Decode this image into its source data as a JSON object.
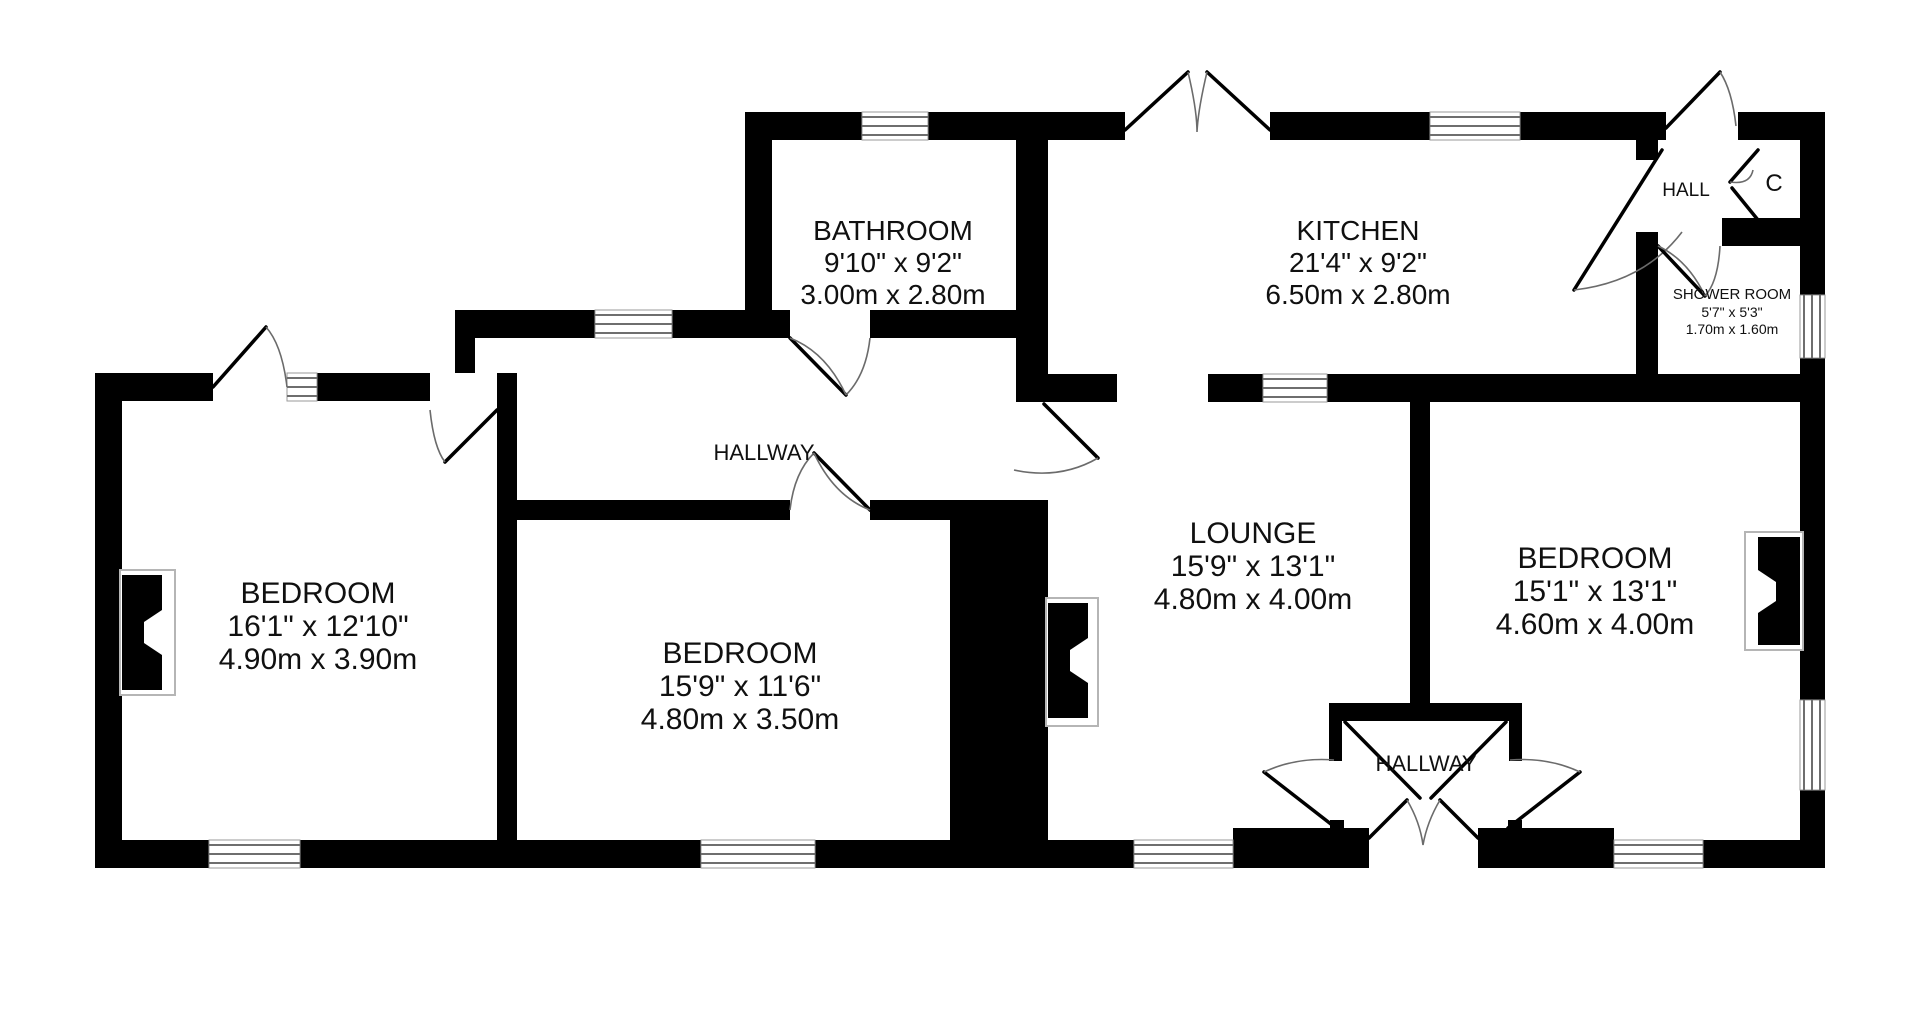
{
  "title": "Floor plan",
  "colors": {
    "wall": "#000000",
    "background": "#ffffff",
    "door_arc": "#6b6b6b",
    "window_line": "#6e6e6e",
    "chimney_outline": "#b5b5b5",
    "text": "#101010"
  },
  "rooms": {
    "bathroom": {
      "name": "BATHROOM",
      "imperial": "9'10\"  x 9'2\"",
      "metric": "3.00m  x 2.80m"
    },
    "kitchen": {
      "name": "KITCHEN",
      "imperial": "21'4\"  x 9'2\"",
      "metric": "6.50m  x 2.80m"
    },
    "hall": {
      "name": "HALL"
    },
    "cupboard": {
      "name": "C"
    },
    "shower_room": {
      "name": "SHOWER ROOM",
      "imperial": "5'7\"  x 5'3\"",
      "metric": "1.70m  x 1.60m"
    },
    "hallway_upper": {
      "name": "HALLWAY"
    },
    "hallway_lower": {
      "name": "HALLWAY"
    },
    "bedroom_left": {
      "name": "BEDROOM",
      "imperial": "16'1\"  x 12'10\"",
      "metric": "4.90m  x 3.90m"
    },
    "bedroom_middle": {
      "name": "BEDROOM",
      "imperial": "15'9\"  x 11'6\"",
      "metric": "4.80m  x 3.50m"
    },
    "lounge": {
      "name": "LOUNGE",
      "imperial": "15'9\"  x 13'1\"",
      "metric": "4.80m  x 4.00m"
    },
    "bedroom_right": {
      "name": "BEDROOM",
      "imperial": "15'1\"  x 13'1\"",
      "metric": "4.60m  x 4.00m"
    }
  }
}
